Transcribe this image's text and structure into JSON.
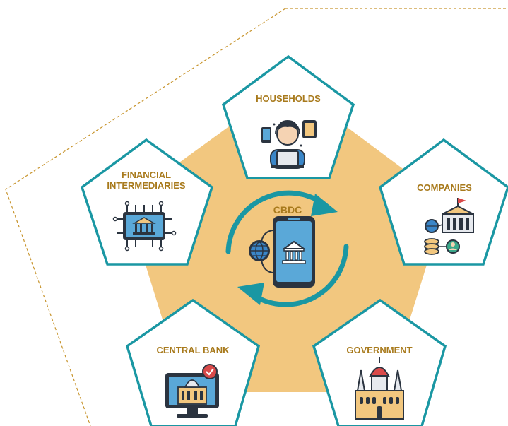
{
  "colors": {
    "teal": "#1a97a3",
    "gold_text": "#a87a1c",
    "pentagon_fill": "#f2c77f",
    "dashed_line": "#c8952e",
    "icon_dark": "#2b3440"
  },
  "center": {
    "label": "CBDC",
    "icons": [
      "smartphone-icon",
      "globe-icon",
      "bank-icon",
      "circular-arrows-icon"
    ]
  },
  "nodes": [
    {
      "id": "households",
      "label": "HOUSEHOLDS",
      "icon": "person-with-laptop-and-devices-icon"
    },
    {
      "id": "companies",
      "label": "COMPANIES",
      "icon": "company-building-network-icon"
    },
    {
      "id": "government",
      "label": "GOVERNMENT",
      "icon": "parliament-building-icon"
    },
    {
      "id": "central-bank",
      "label": "CENTRAL BANK",
      "icon": "central-bank-monitor-icon"
    },
    {
      "id": "financial-intermediaries",
      "label_lines": [
        "FINANCIAL",
        "INTERMEDIARIES"
      ],
      "icon": "bank-chip-icon"
    }
  ]
}
